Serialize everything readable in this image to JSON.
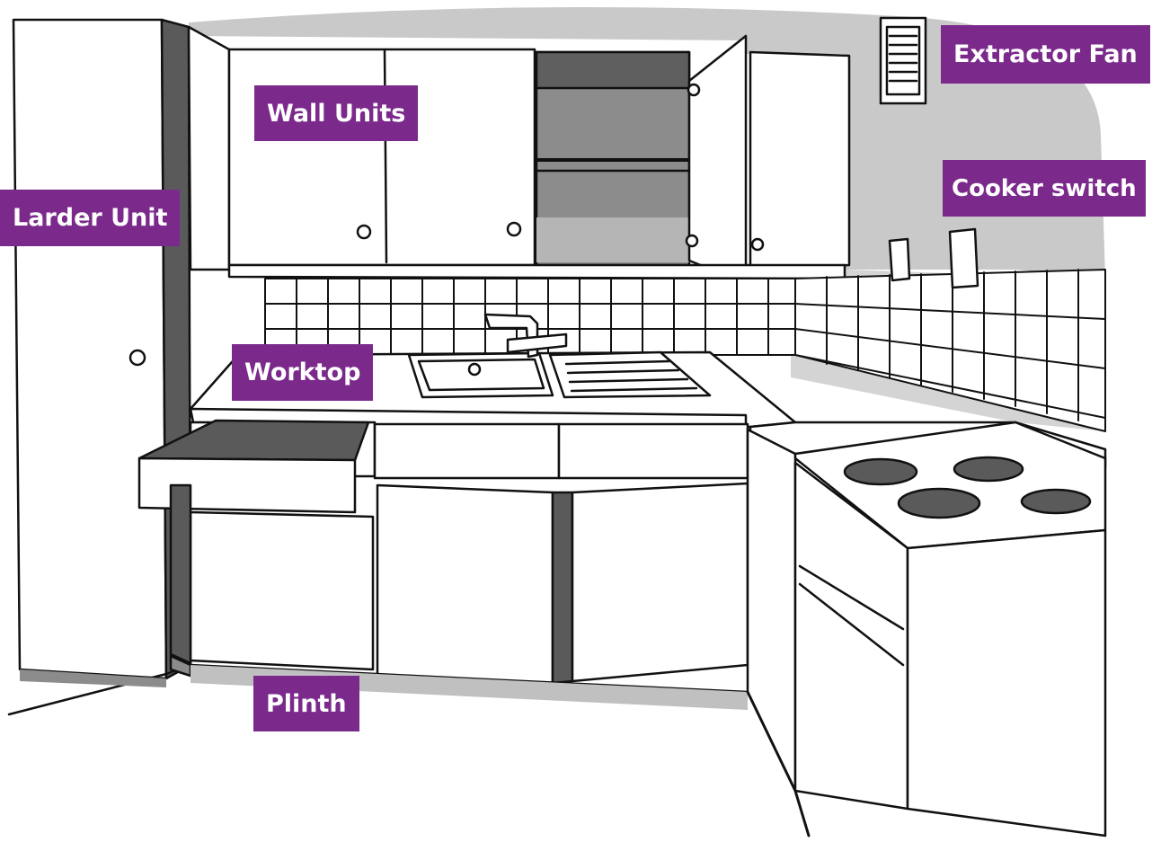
{
  "labels": {
    "extractor_fan": "Extractor Fan",
    "wall_units": "Wall Units",
    "cooker_switch": "Cooker switch",
    "larder_unit": "Larder Unit",
    "worktop": "Worktop",
    "plinth": "Plinth"
  },
  "colors": {
    "label_background": "#7b2a8c",
    "label_text": "#ffffff",
    "wall_shade": "#c9c9c9",
    "dark_shade": "#5a5a5a",
    "mid_shade": "#8c8c8c",
    "line": "#111111"
  }
}
